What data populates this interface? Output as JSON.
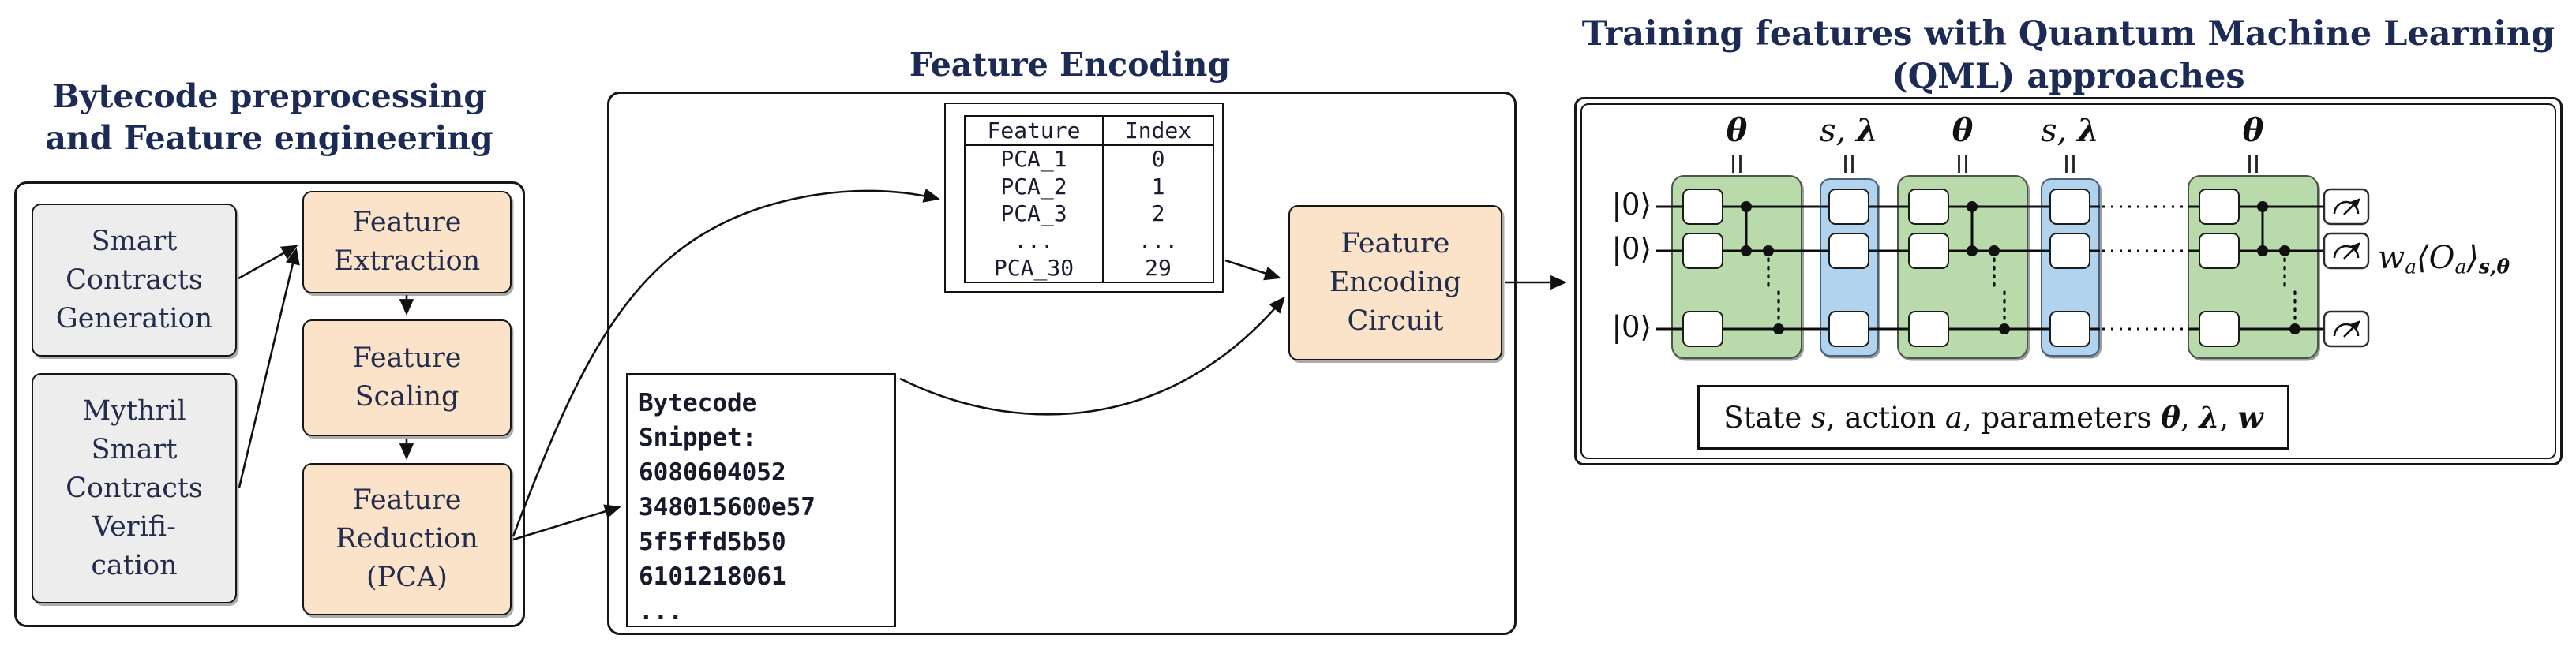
{
  "figure": {
    "type": "pipeline-diagram",
    "topic": "Smart contract bytecode features trained with QML"
  },
  "colors": {
    "node_gray": "#ededed",
    "node_orange": "#fbe3c9",
    "block_green": "#b9dbab",
    "block_blue": "#b2d3ee",
    "border_black": "#161616",
    "title_navy": "#1c2b55"
  },
  "left": {
    "title": [
      "Bytecode preprocessing and",
      "Feature engineering"
    ],
    "smart_contracts_generation": [
      "Smart",
      "Contracts",
      "Generation"
    ],
    "mythril_verification": [
      "Mythril",
      "Smart",
      "Contracts",
      "Verifi-",
      "cation"
    ],
    "feature_extraction": [
      "Feature",
      "Extraction"
    ],
    "feature_scaling": [
      "Feature",
      "Scaling"
    ],
    "feature_reduction": [
      "Feature",
      "Reduction",
      "(PCA)"
    ]
  },
  "middle": {
    "title": "Feature Encoding",
    "table": {
      "headers": [
        "Feature",
        "Index"
      ],
      "rows": [
        [
          "PCA_1",
          "0"
        ],
        [
          "PCA_2",
          "1"
        ],
        [
          "PCA_3",
          "2"
        ],
        [
          "...",
          "..."
        ],
        [
          "PCA_30",
          "29"
        ]
      ]
    },
    "bytecode_snippet": [
      "Bytecode",
      "Snippet:",
      "6080604052",
      "348015600e57",
      "5f5ffd5b50",
      "6101218061",
      "..."
    ],
    "feature_encoding_circuit": [
      "Feature",
      "Encoding",
      "Circuit"
    ]
  },
  "qml": {
    "title": [
      "Training features with Quantum Machine Learning",
      "(QML) approaches"
    ],
    "column_labels": [
      [
        "",
        "θ"
      ],
      [
        "s, ",
        "λ"
      ],
      [
        "",
        "θ"
      ],
      [
        "s, ",
        "λ"
      ],
      [
        "",
        "θ"
      ]
    ],
    "qubits": [
      "|0⟩",
      "|0⟩",
      "|0⟩"
    ],
    "formula": [
      "w",
      "a",
      "⟨O",
      "a",
      "⟩",
      "s,θ"
    ],
    "caption": [
      "State ",
      "s",
      ", action ",
      "a",
      ", parameters ",
      "θ",
      ", ",
      "λ",
      ", ",
      "w"
    ]
  }
}
